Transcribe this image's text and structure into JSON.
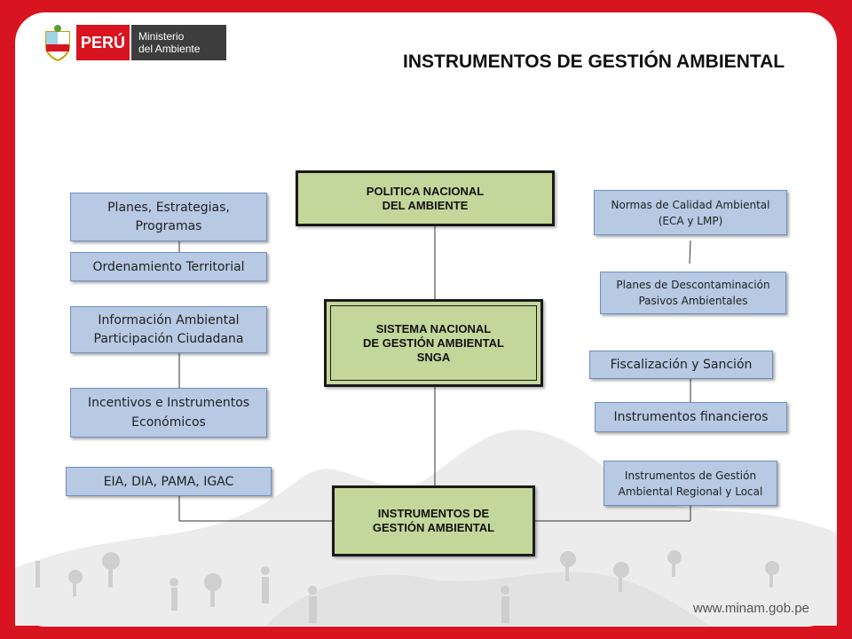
{
  "header": {
    "logo_country": "PERÚ",
    "logo_ministry": "Ministerio\ndel Ambiente",
    "title": "INSTRUMENTOS DE GESTIÓN AMBIENTAL"
  },
  "center_boxes": {
    "politica": "POLITICA NACIONAL\nDEL AMBIENTE",
    "sistema": "SISTEMA NACIONAL\nDE GESTIÓN AMBIENTAL\nSNGA",
    "instrumentos": "INSTRUMENTOS DE\nGESTIÓN AMBIENTAL"
  },
  "left_boxes": [
    "Planes, Estrategias,\nProgramas",
    "Ordenamiento Territorial",
    "Información Ambiental\nParticipación Ciudadana",
    "Incentivos e Instrumentos\nEconómicos",
    "EIA, DIA,  PAMA, IGAC"
  ],
  "right_boxes": [
    "Normas de Calidad Ambiental\n(ECA y LMP)",
    "Planes de Descontaminación\nPasivos Ambientales",
    "Fiscalización y Sanción",
    "Instrumentos financieros",
    "Instrumentos de Gestión\nAmbiental Regional y Local"
  ],
  "footer": {
    "url": "www.minam.gob.pe"
  },
  "colors": {
    "frame": "#d7141f",
    "blue_box": "#b7c9e3",
    "green_box": "#c4d79b"
  }
}
